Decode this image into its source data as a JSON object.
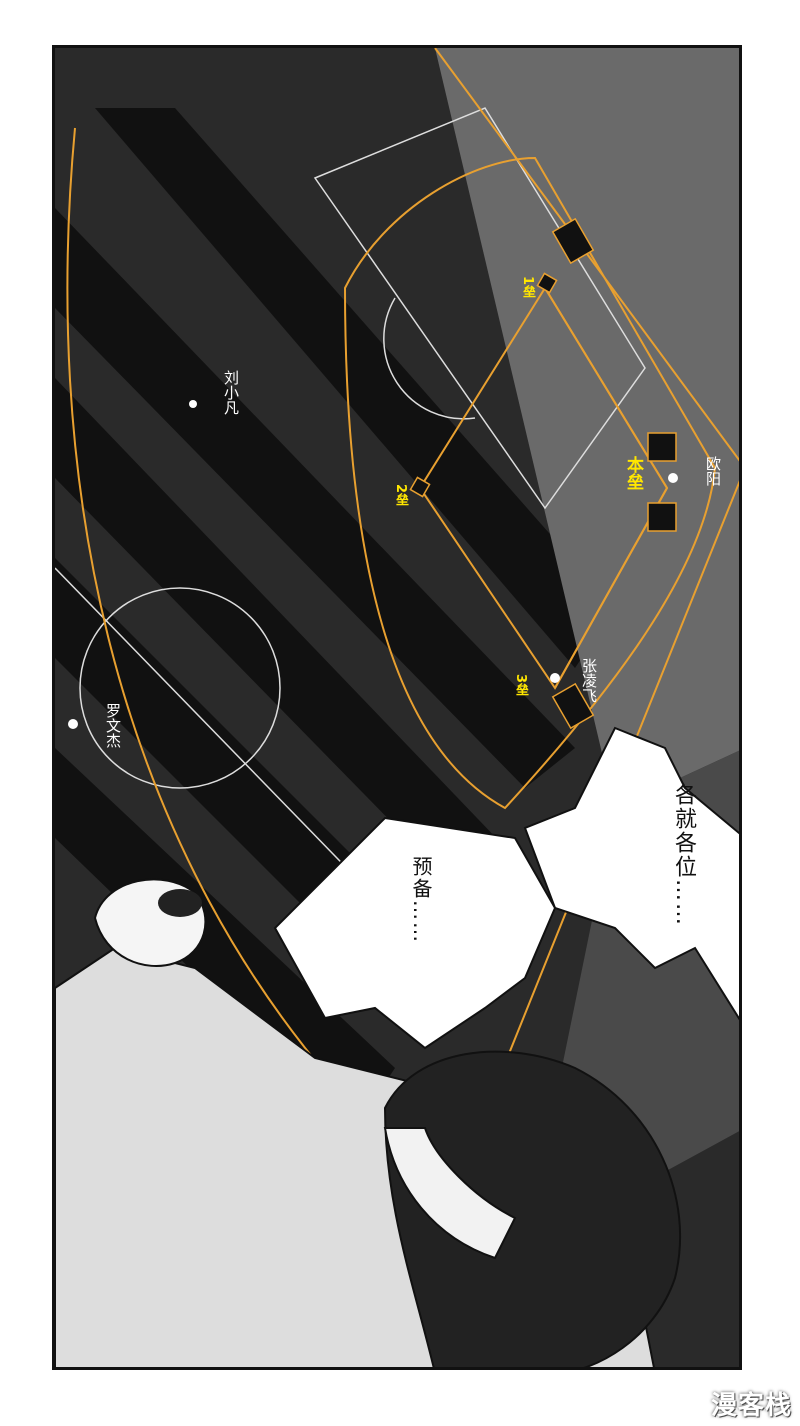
{
  "panel": {
    "player_names": {
      "ouyang": "欧阳",
      "liu_xiaofan": "刘小凡",
      "zhang_lingfei": "张凌飞",
      "luo_wenjie": "罗文杰"
    },
    "bases": {
      "first": "1垒",
      "second": "2垒",
      "third": "3垒",
      "home": "本垒"
    },
    "speech": {
      "line_1": "各就各位……",
      "line_2": "预备……"
    },
    "colors": {
      "field_outline": "#e8a030",
      "highlight_text": "#ffe600"
    }
  },
  "watermark": {
    "text": "漫客栈"
  }
}
